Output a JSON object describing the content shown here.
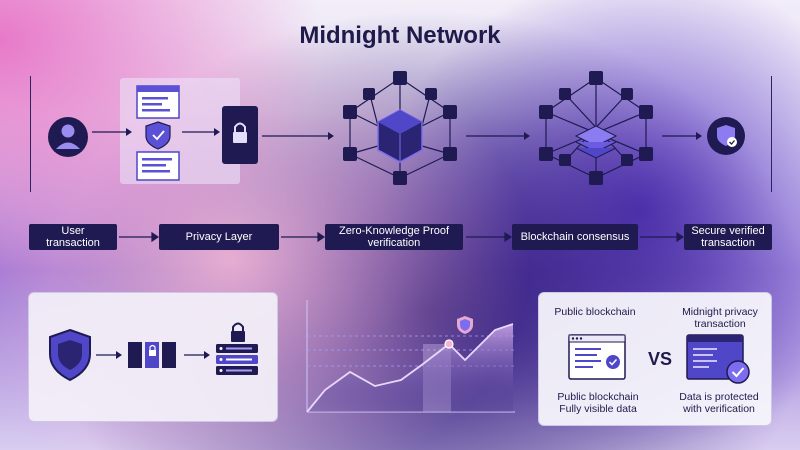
{
  "title": "Midnight Network",
  "flow_labels": [
    "User transaction",
    "Privacy Layer",
    "Zero-Knowledge Proof verification",
    "Blockchain consensus",
    "Secure verified transaction"
  ],
  "comparison": {
    "left_heading": "Public blockchain",
    "right_heading": "Midnight privacy transaction",
    "vs": "VS",
    "left_caption": "Public blockchain Fully visible data",
    "right_caption": "Data is protected with verification"
  },
  "icons": [
    "user-icon",
    "document-icon",
    "shield-icon",
    "lock-icon",
    "cube-network-icon",
    "check-shield-icon",
    "server-icon",
    "chart-icon",
    "checkmark-icon"
  ],
  "colors": {
    "navy": "#1f1a52",
    "accent": "#4f46c8",
    "purple": "#7c6cf0"
  }
}
